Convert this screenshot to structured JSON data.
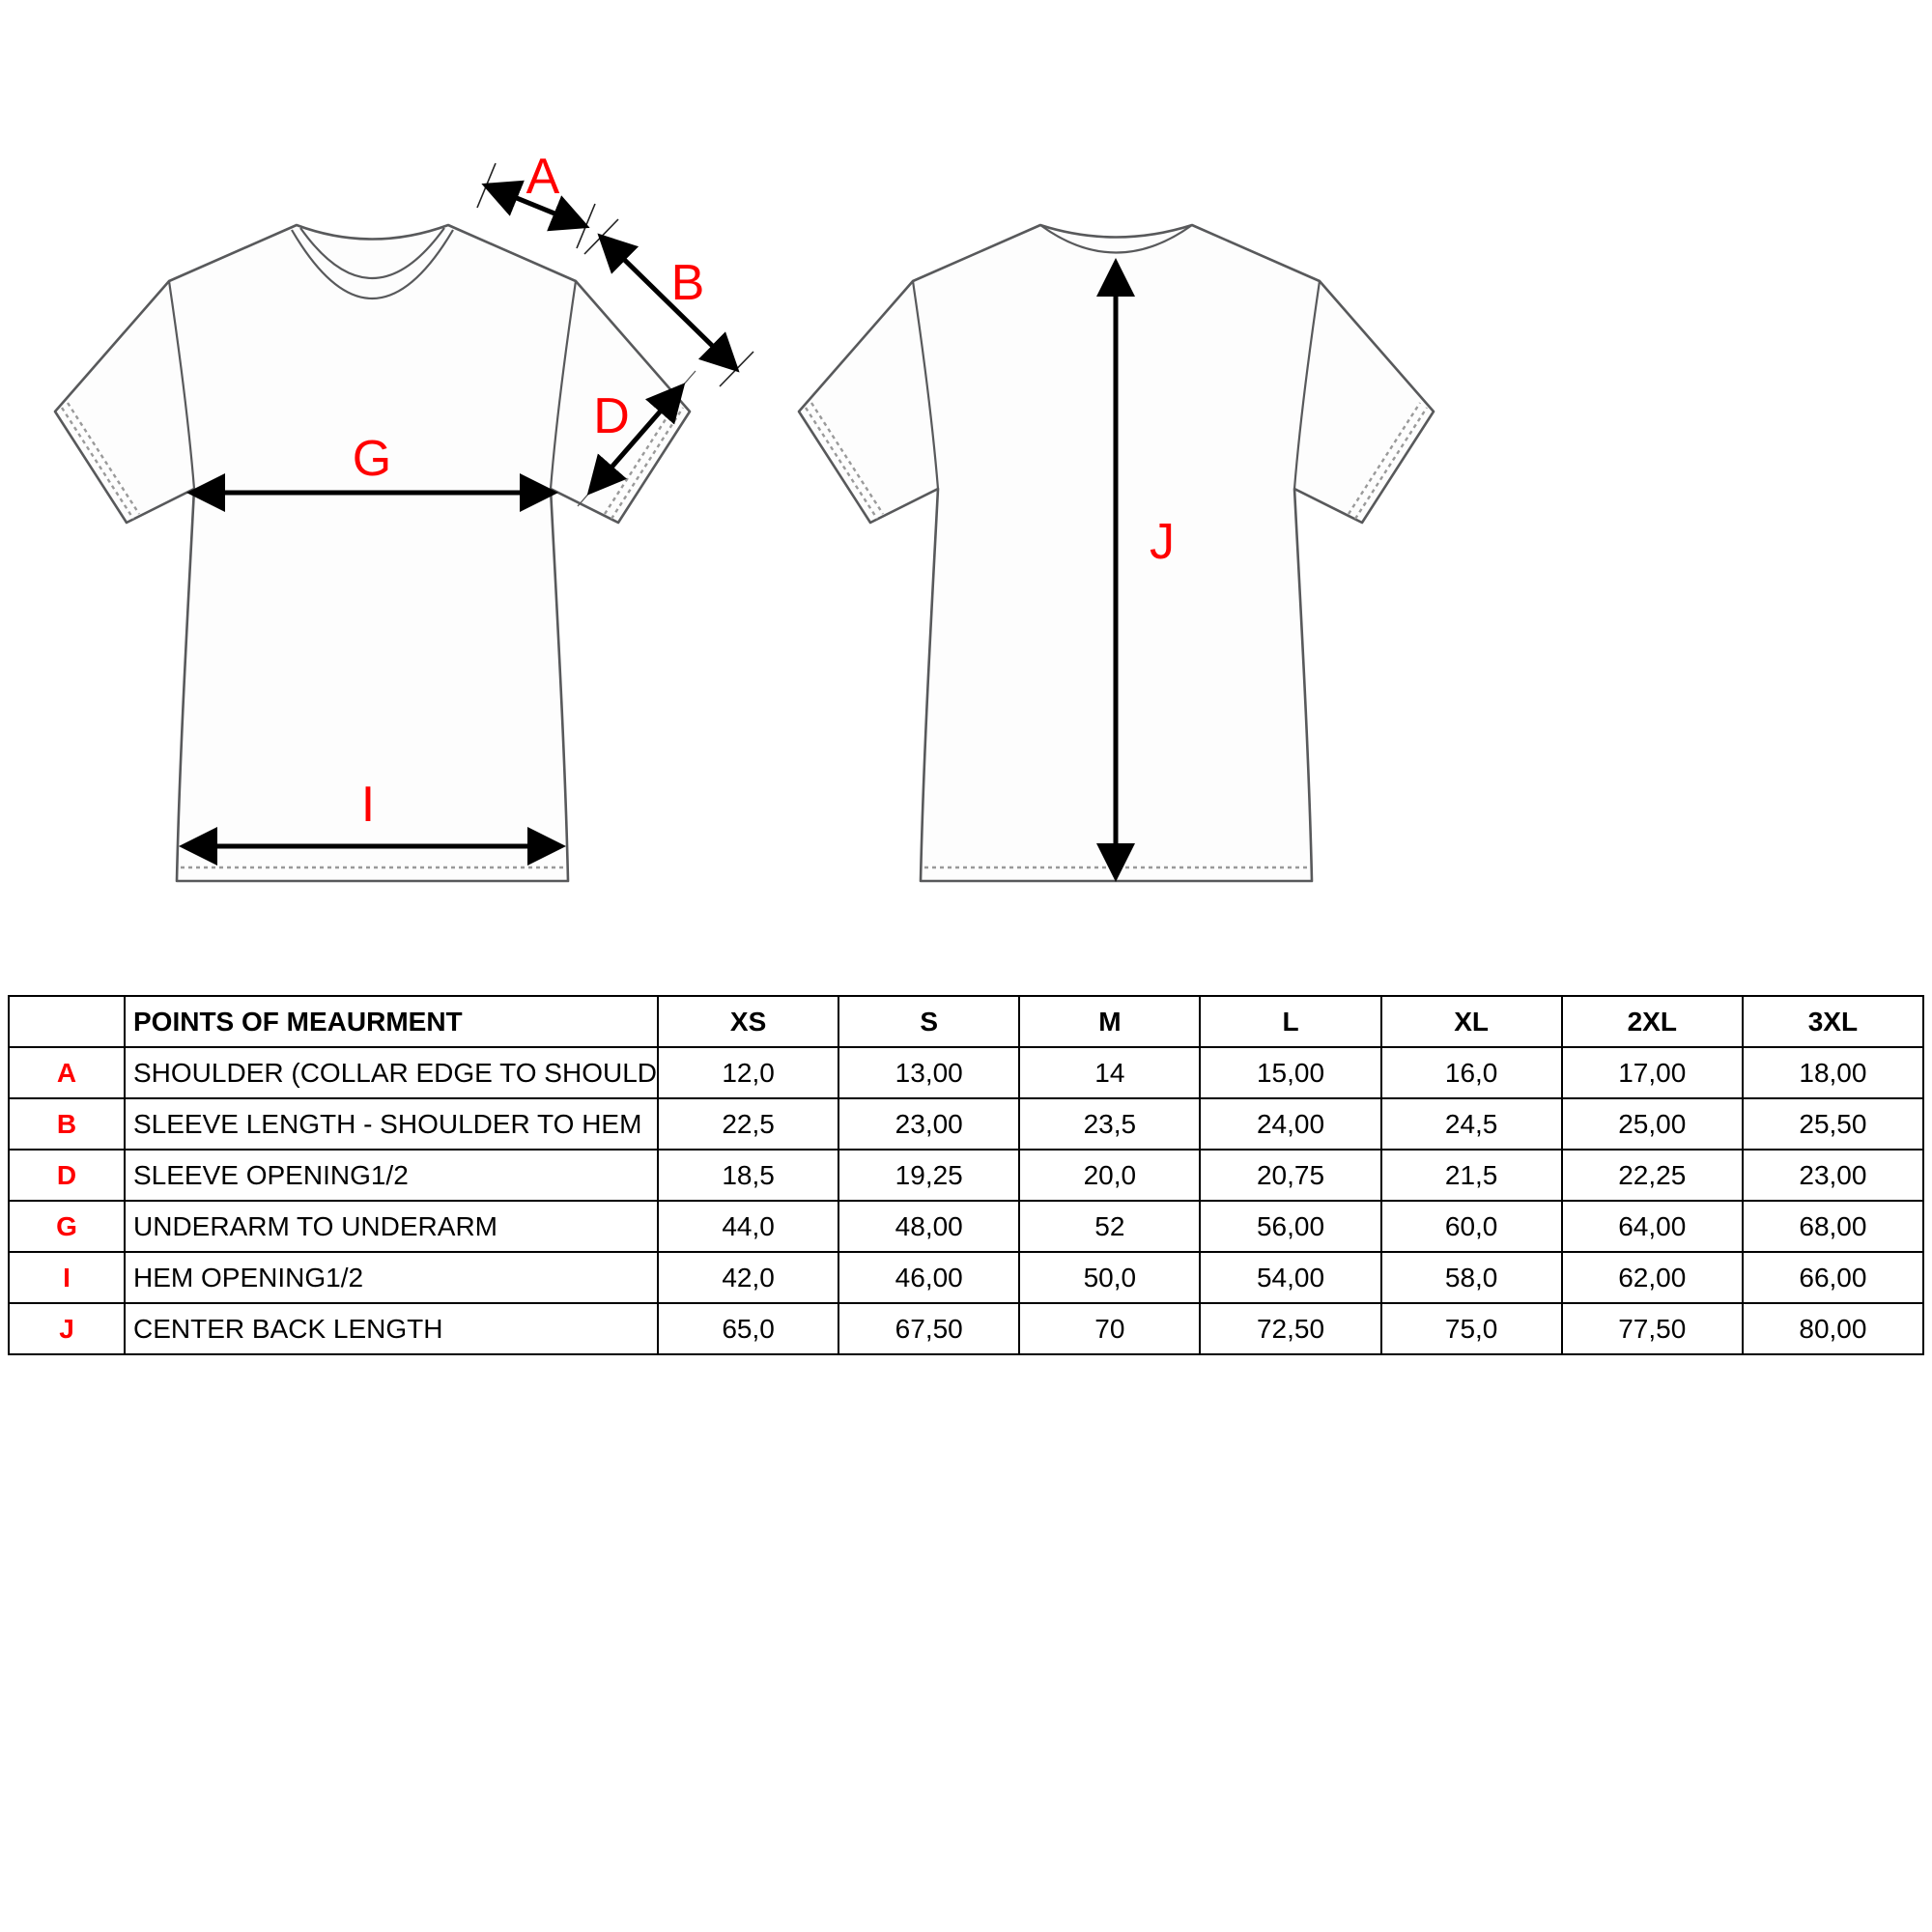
{
  "colors": {
    "accent_red": "#ff0000",
    "outline_gray": "#58595b",
    "stitch_gray": "#9a9a9a",
    "arrow_black": "#000000"
  },
  "annotations": {
    "a": "A",
    "b": "B",
    "d": "D",
    "g": "G",
    "i": "I",
    "j": "J"
  },
  "table": {
    "header_label": "POINTS OF MEAURMENT",
    "sizes": [
      "XS",
      "S",
      "M",
      "L",
      "XL",
      "2XL",
      "3XL"
    ],
    "rows": [
      {
        "point": "A",
        "label": "SHOULDER (COLLAR EDGE TO SHOULDER EDGE)",
        "values": [
          "12,0",
          "13,00",
          "14",
          "15,00",
          "16,0",
          "17,00",
          "18,00"
        ]
      },
      {
        "point": "B",
        "label": "SLEEVE LENGTH - SHOULDER TO HEM",
        "values": [
          "22,5",
          "23,00",
          "23,5",
          "24,00",
          "24,5",
          "25,00",
          "25,50"
        ]
      },
      {
        "point": "D",
        "label": "SLEEVE OPENING1/2",
        "values": [
          "18,5",
          "19,25",
          "20,0",
          "20,75",
          "21,5",
          "22,25",
          "23,00"
        ]
      },
      {
        "point": "G",
        "label": "UNDERARM TO UNDERARM",
        "values": [
          "44,0",
          "48,00",
          "52",
          "56,00",
          "60,0",
          "64,00",
          "68,00"
        ]
      },
      {
        "point": "I",
        "label": "HEM OPENING1/2",
        "values": [
          "42,0",
          "46,00",
          "50,0",
          "54,00",
          "58,0",
          "62,00",
          "66,00"
        ]
      },
      {
        "point": "J",
        "label": "CENTER BACK LENGTH",
        "values": [
          "65,0",
          "67,50",
          "70",
          "72,50",
          "75,0",
          "77,50",
          "80,00"
        ]
      }
    ]
  }
}
